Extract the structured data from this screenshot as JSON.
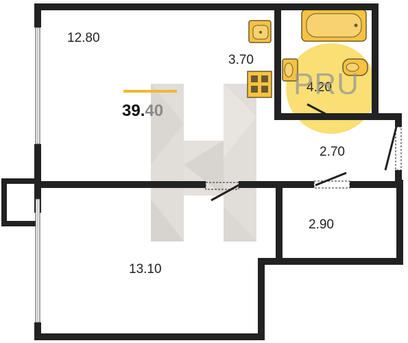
{
  "plan": {
    "total_area_int": "39.",
    "total_area_dec": "40",
    "rooms": {
      "living_room": "12.80",
      "kitchen": "3.70",
      "bathroom": "4.20",
      "hallway": "2.70",
      "bedroom": "13.10",
      "storage": "2.90"
    },
    "watermark": "PRU"
  },
  "colors": {
    "wall": "#222222",
    "fixture": "#f5c242",
    "highlight_circle": "#f7d23e",
    "total_underline": "#f0b830",
    "watermark_logo": "#c8c2bb"
  }
}
